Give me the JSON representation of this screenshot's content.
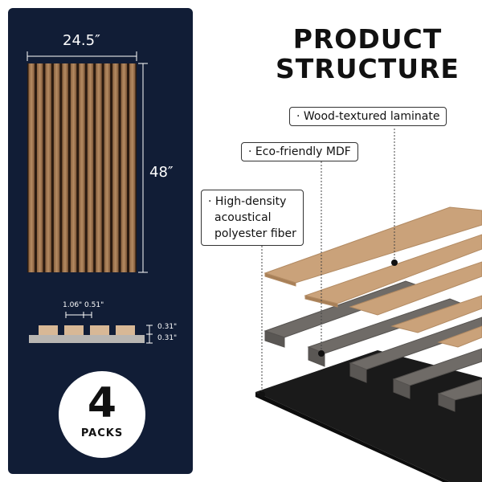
{
  "panel": {
    "width_label": "24.5″",
    "height_label": "48″",
    "slat_width_label": "1.06\" 0.51\"",
    "slat_height_label": "0.31\"",
    "base_height_label": "0.31\""
  },
  "badge": {
    "count": "4",
    "unit": "PACKS"
  },
  "title": {
    "line1": "PRODUCT",
    "line2": "STRUCTURE"
  },
  "layers": [
    {
      "label": "· Wood-textured laminate"
    },
    {
      "label": "· Eco-friendly MDF"
    },
    {
      "label_line1": "· High-density",
      "label_line2": "acoustical",
      "label_line3": "polyester fiber"
    }
  ],
  "colors": {
    "panel_bg": "#111d36",
    "wood": "#c9a27a",
    "mdf": "#6e6a66",
    "felt": "#1b1b1b"
  }
}
